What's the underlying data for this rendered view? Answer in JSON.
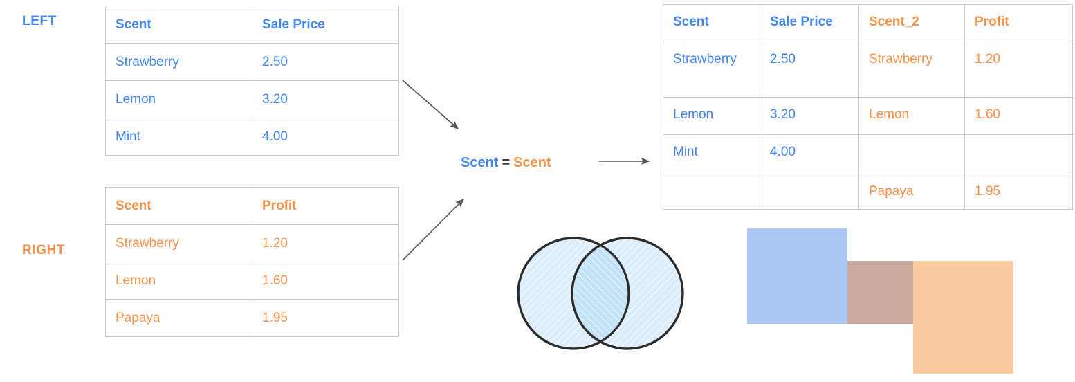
{
  "colors": {
    "blue_text": "#4285f4",
    "orange_text": "#f79049",
    "rect_blue": "#a9c6f5",
    "rect_orange": "#f9ca9e",
    "rect_overlap": "#cda89e",
    "venn_fill": "#d6eafb",
    "venn_overlap_fill": "#bee0f7",
    "venn_stroke": "#2b2b2b",
    "table_border": "#c8c8c8",
    "arrow": "#555555",
    "background": "#ffffff"
  },
  "labels": {
    "left": "LEFT",
    "right": "RIGHT"
  },
  "join": {
    "left_key": "Scent",
    "operator": "=",
    "right_key": "Scent"
  },
  "left_table": {
    "headers": [
      "Scent",
      "Sale Price"
    ],
    "rows": [
      [
        "Strawberry",
        "2.50"
      ],
      [
        "Lemon",
        "3.20"
      ],
      [
        "Mint",
        "4.00"
      ]
    ]
  },
  "right_table": {
    "headers": [
      "Scent",
      "Profit"
    ],
    "rows": [
      [
        "Strawberry",
        "1.20"
      ],
      [
        "Lemon",
        "1.60"
      ],
      [
        "Papaya",
        "1.95"
      ]
    ]
  },
  "result_table": {
    "headers": [
      "Scent",
      "Sale Price",
      "Scent_2",
      "Profit"
    ],
    "rows": [
      [
        "Strawberry",
        "2.50",
        "Strawberry",
        "1.20"
      ],
      [
        "Lemon",
        "3.20",
        "Lemon",
        "1.60"
      ],
      [
        "Mint",
        "4.00",
        "",
        ""
      ],
      [
        "",
        "",
        "Papaya",
        "1.95"
      ]
    ]
  },
  "venn": {
    "left_circle_filled": true,
    "right_circle_filled": true,
    "overlap_filled": true
  },
  "rectangles": {
    "blue_filled": true,
    "orange_filled": true,
    "overlap_filled": true
  }
}
